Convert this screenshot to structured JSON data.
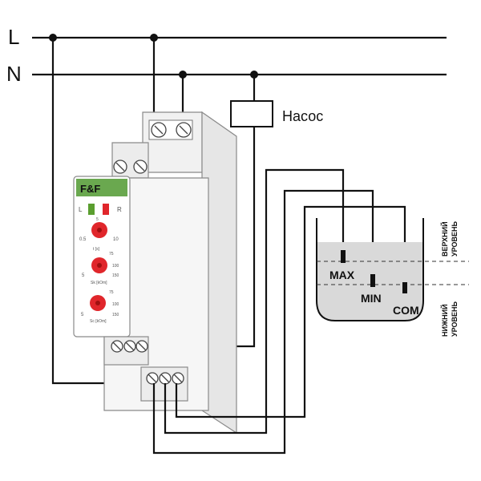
{
  "lines": {
    "L": "L",
    "N": "N"
  },
  "pump": {
    "label": "Насос"
  },
  "device": {
    "brand": "F&F",
    "led_left": "L",
    "led_right": "R",
    "knob1": {
      "min": "0.5",
      "max": "10",
      "mid": "5",
      "unit": "t [s]"
    },
    "knob2": {
      "min": "5",
      "mid": "75",
      "max": "150",
      "extra": "100",
      "unit": "Sk [kOm]"
    },
    "knob3": {
      "min": "5",
      "mid": "75",
      "max": "150",
      "extra": "100",
      "unit": "Sc [kOm]"
    }
  },
  "tank": {
    "max_label": "MAX",
    "min_label": "MIN",
    "com_label": "COM",
    "upper_level": [
      "ВЕРХНИЙ",
      "УРОВЕНЬ"
    ],
    "lower_level": [
      "НИЖНИЙ",
      "УРОВЕНЬ"
    ]
  },
  "colors": {
    "led_green": "#5a9e2f",
    "led_red": "#e0262b",
    "knob": "#e0262b",
    "water": "#d9d9d9"
  }
}
